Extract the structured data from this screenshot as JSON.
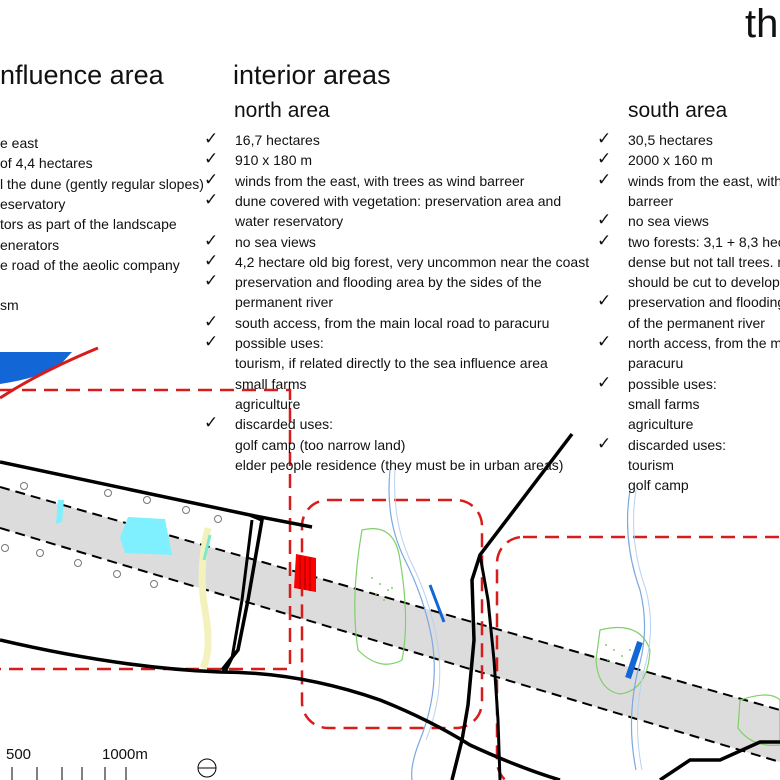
{
  "corner_title": "th",
  "left_panel": {
    "title": "nfluence area",
    "lines": [
      "e east",
      "of 4,4 hectares",
      "l the dune (gently regular slopes)",
      "eservatory",
      "tors as part of the landscape",
      "enerators",
      "e road of the aeolic company",
      "",
      "sm"
    ]
  },
  "interior": {
    "title": "interior areas",
    "north": {
      "title": "north area",
      "lines": [
        {
          "text": "16,7 hectares",
          "check": true
        },
        {
          "text": "910 x 180 m",
          "check": true
        },
        {
          "text": "winds from the east, with trees as wind barreer",
          "check": true
        },
        {
          "text": "dune covered with vegetation: preservation area and",
          "check": true
        },
        {
          "text": "water reservatory",
          "check": false
        },
        {
          "text": "no sea views",
          "check": true
        },
        {
          "text": "4,2 hectare old big forest, very uncommon near the coast",
          "check": true
        },
        {
          "text": "preservation and flooding area by the sides of the",
          "check": true
        },
        {
          "text": "permanent river",
          "check": false
        },
        {
          "text": "south access, from the main local road to paracuru",
          "check": true
        },
        {
          "text": "possible uses:",
          "check": true
        },
        {
          "text": "tourism, if related directly to the sea influence area",
          "check": false
        },
        {
          "text": "small farms",
          "check": false
        },
        {
          "text": "agriculture",
          "check": false
        },
        {
          "text": "discarded uses:",
          "check": true
        },
        {
          "text": "golf camp (too narrow land)",
          "check": false
        },
        {
          "text": "elder people residence (they must be in urban areas)",
          "check": false
        }
      ]
    },
    "south": {
      "title": "south area",
      "lines": [
        {
          "text": "30,5 hectares",
          "check": true
        },
        {
          "text": "2000 x 160 m",
          "check": true
        },
        {
          "text": "winds from the east, with",
          "check": true
        },
        {
          "text": "barreer",
          "check": false
        },
        {
          "text": "no sea views",
          "check": true
        },
        {
          "text": "two forests: 3,1 + 8,3 hec",
          "check": true
        },
        {
          "text": "dense but not tall trees. n",
          "check": false
        },
        {
          "text": "should be cut to develop",
          "check": false
        },
        {
          "text": "preservation and flooding",
          "check": true
        },
        {
          "text": "of the permanent river",
          "check": false
        },
        {
          "text": "north access, from the m",
          "check": true
        },
        {
          "text": "paracuru",
          "check": false
        },
        {
          "text": "possible uses:",
          "check": true
        },
        {
          "text": "small farms",
          "check": false
        },
        {
          "text": "agriculture",
          "check": false
        },
        {
          "text": "discarded uses:",
          "check": true
        },
        {
          "text": "tourism",
          "check": false
        },
        {
          "text": "golf camp",
          "check": false
        }
      ]
    }
  },
  "check_glyph": "✓",
  "scale_bar": {
    "labels": [
      "500",
      "1000m"
    ]
  },
  "colors": {
    "zone_dash": "#d81b1b",
    "road": "#000000",
    "corridor": "#dcdcdc",
    "water": "#1266d6",
    "pond": "#7ff0ff",
    "forest": "#7fd06a",
    "river": "#7aa8e0",
    "red_block": "#ff0000"
  }
}
